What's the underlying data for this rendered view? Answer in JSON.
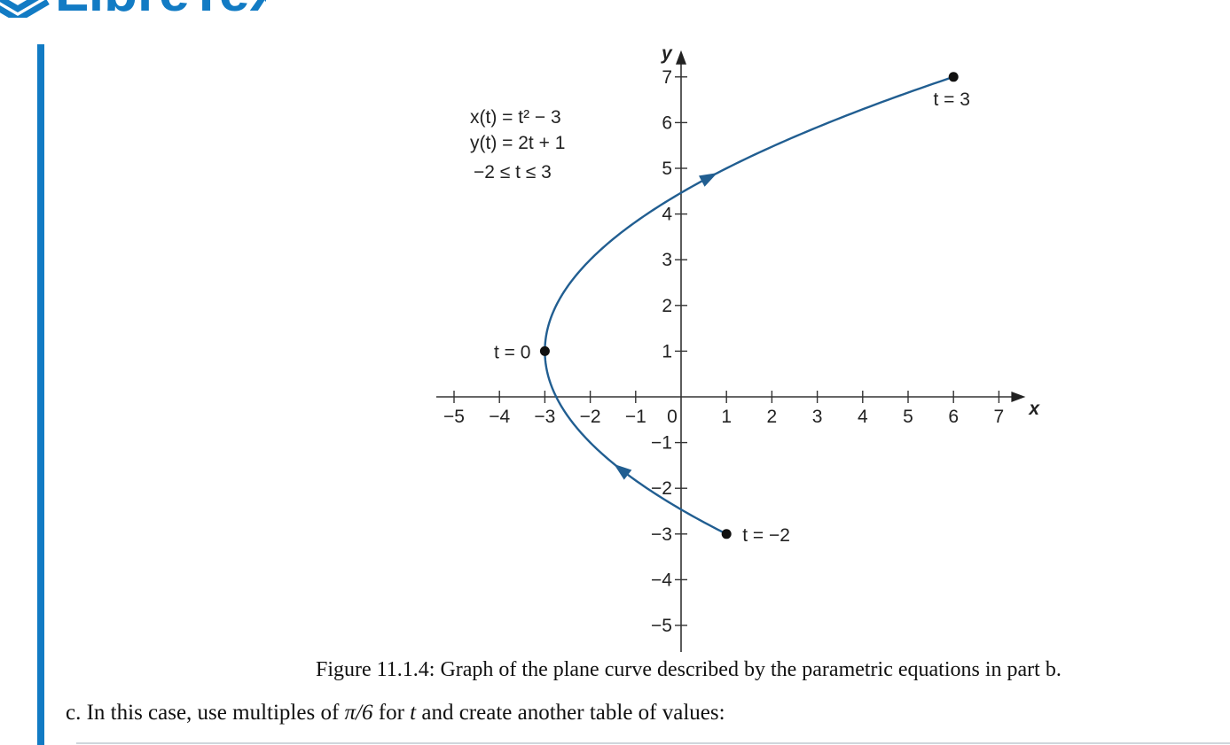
{
  "header": {
    "logo_text": "LibreTexts"
  },
  "chart_data": {
    "type": "line",
    "equations": [
      "x(t) = t² − 3",
      "y(t) = 2t + 1",
      "−2 ≤ t ≤ 3"
    ],
    "xlabel": "x",
    "ylabel": "y",
    "xlim": [
      -5,
      7
    ],
    "ylim": [
      -5,
      7
    ],
    "x_ticks": [
      -5,
      -4,
      -3,
      -2,
      -1,
      0,
      1,
      2,
      3,
      4,
      5,
      6,
      7
    ],
    "y_ticks": [
      -5,
      -4,
      -3,
      -2,
      -1,
      1,
      2,
      3,
      4,
      5,
      6,
      7
    ],
    "x_tick_labels": [
      "−5",
      "−4",
      "−3",
      "−2",
      "−1",
      "0",
      "1",
      "2",
      "3",
      "4",
      "5",
      "6",
      "7"
    ],
    "y_tick_labels": [
      "−5",
      "−4",
      "−3",
      "−2",
      "−1",
      "1",
      "2",
      "3",
      "4",
      "5",
      "6",
      "7"
    ],
    "t_range": [
      -2,
      3
    ],
    "curve_color": "#215e91",
    "points": [
      {
        "t": -2,
        "x": 1,
        "y": -3,
        "label": "t = −2"
      },
      {
        "t": 0,
        "x": -3,
        "y": 1,
        "label": "t = 0"
      },
      {
        "t": 3,
        "x": 6,
        "y": 7,
        "label": "t = 3"
      }
    ],
    "direction_arrows_t": [
      -1.3,
      1.9
    ]
  },
  "caption": "Figure 11.1.4: Graph of the plane curve described by the parametric equations in part b.",
  "part_c": {
    "prefix": "c. In this case, use multiples of ",
    "math1": "π/6",
    "middle": " for ",
    "math2": "t",
    "suffix": " and create another table of values:"
  }
}
